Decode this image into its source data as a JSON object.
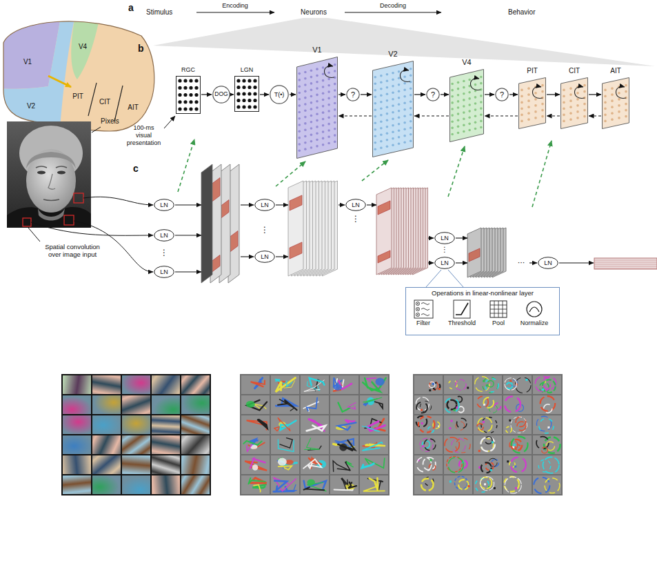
{
  "diagram": {
    "nodes": [
      {
        "text": [
          "RGC"
        ]
      },
      {
        "text": [
          "DOG"
        ]
      },
      {
        "text": [
          "LGN"
        ]
      },
      {
        "text": [
          "T(•)"
        ]
      },
      {
        "text": [
          "V1"
        ]
      },
      {
        "text": [
          "?"
        ]
      },
      {
        "text": [
          "V2"
        ]
      },
      {
        "text": [
          "?"
        ]
      },
      {
        "text": [
          "V4"
        ]
      },
      {
        "text": [
          "?"
        ]
      },
      {
        "text": [
          "PIT"
        ]
      },
      {
        "text": [
          "CIT"
        ]
      },
      {
        "text": [
          "AIT"
        ]
      },
      {
        "text": [
          "LN"
        ]
      },
      {
        "text": [
          "LN"
        ]
      },
      {
        "text": [
          "LN"
        ]
      },
      {
        "text": [
          "LN"
        ]
      },
      {
        "text": [
          "LN"
        ]
      },
      {
        "text": [
          "LN"
        ]
      },
      {
        "text": [
          "LN"
        ]
      },
      {
        "text": [
          "LN"
        ]
      },
      {
        "text": [
          "LN"
        ]
      },
      {
        "text": [
          "Operations in linear-nonlinear layer"
        ]
      },
      {
        "text": [
          "Filter"
        ],
        "in": 22
      },
      {
        "text": [
          "Threshold"
        ],
        "in": 22
      },
      {
        "text": [
          "Pool"
        ],
        "in": 22
      },
      {
        "text": [
          "Normalize"
        ],
        "in": 22
      }
    ],
    "edges": [
      {
        "from": 0,
        "to": 1,
        "arrow": "to"
      },
      {
        "from": 1,
        "to": 2,
        "arrow": "to"
      },
      {
        "from": 2,
        "to": 3,
        "arrow": "to"
      },
      {
        "from": 3,
        "to": 4,
        "arrow": "to"
      },
      {
        "from": 4,
        "to": 5,
        "arrow": "to"
      },
      {
        "from": 5,
        "to": 6,
        "arrow": "to"
      },
      {
        "from": 6,
        "to": 7,
        "arrow": "to"
      },
      {
        "from": 7,
        "to": 8,
        "arrow": "to"
      },
      {
        "from": 8,
        "to": 9,
        "arrow": "to"
      },
      {
        "from": 9,
        "to": 10,
        "arrow": "to"
      },
      {
        "from": 10,
        "to": 11,
        "arrow": "to"
      },
      {
        "from": 11,
        "to": 12,
        "arrow": "to"
      },
      {
        "from": 6,
        "to": 4,
        "arrow": "to"
      },
      {
        "from": 8,
        "to": 6,
        "arrow": "to"
      },
      {
        "from": 10,
        "to": 8,
        "arrow": "to"
      },
      {
        "from": 11,
        "to": 10,
        "arrow": "to"
      },
      {
        "from": 12,
        "to": 11,
        "arrow": "to"
      },
      {
        "from": 23,
        "to": 24,
        "arrow": "to"
      },
      {
        "from": 24,
        "to": 25,
        "arrow": "to"
      },
      {
        "from": 25,
        "to": 26,
        "arrow": "to"
      }
    ],
    "labels": [
      "a",
      "Stimulus",
      "Encoding",
      "Neurons",
      "Decoding",
      "Behavior",
      "V1",
      "V4",
      "V2",
      "PIT",
      "CIT",
      "AIT",
      "b",
      "Pixels",
      "100-ms visual presentation",
      "c",
      "Spatial convolution over image input",
      "⋮",
      "⋮",
      "⋮",
      "⋮",
      "···"
    ]
  }
}
